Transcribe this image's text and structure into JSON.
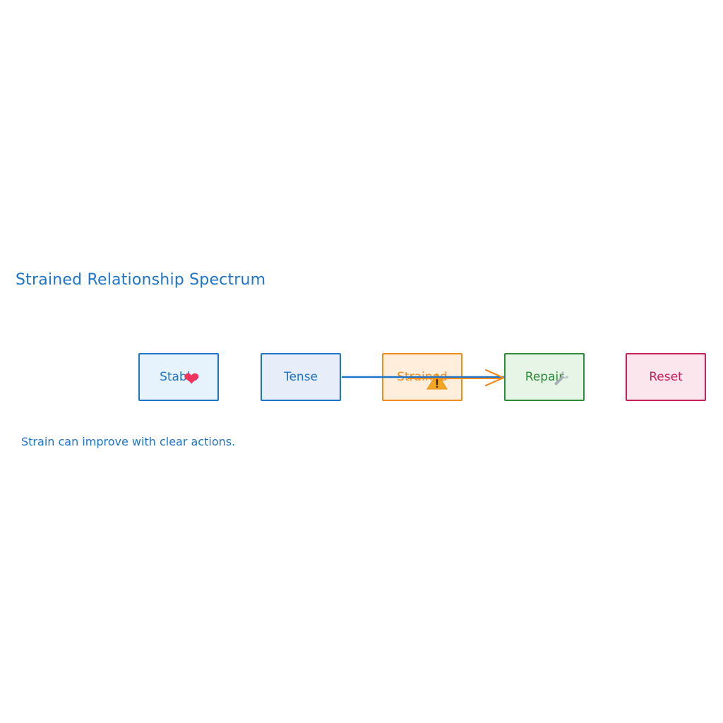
{
  "diagram": {
    "title": "Strained Relationship Spectrum",
    "caption": "Strain can improve with clear actions.",
    "nodes": [
      {
        "id": "stable",
        "label": "Stable",
        "icon": "heart-icon"
      },
      {
        "id": "tense",
        "label": "Tense"
      },
      {
        "id": "strained",
        "label": "Strained",
        "icon": "warning-icon"
      },
      {
        "id": "repair",
        "label": "Repair",
        "icon": "wrench-icon"
      },
      {
        "id": "reset",
        "label": "Reset"
      }
    ],
    "edges": [
      {
        "from": "tense",
        "to": "repair",
        "color": "#1e74c9"
      },
      {
        "from": "strained",
        "to": "repair",
        "color": "#f08a1c"
      }
    ],
    "colors": {
      "blue": "#1e74c9",
      "orange": "#f08a1c",
      "green": "#2e8b3a",
      "pink": "#c81e5a"
    }
  }
}
